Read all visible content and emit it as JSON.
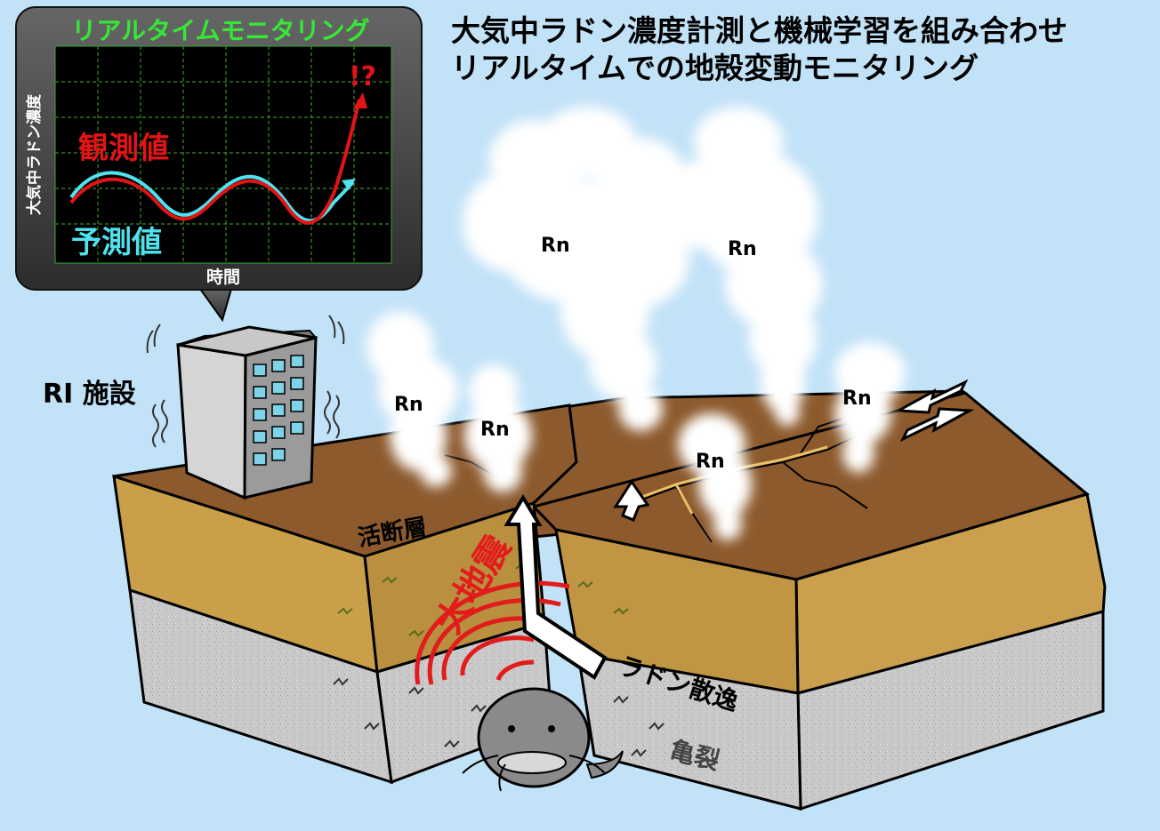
{
  "title": {
    "line1": "大気中ラドン濃度計測と機械学習を組み合わせ",
    "line2": "リアルタイムでの地殻変動モニタリング"
  },
  "monitor": {
    "title": "リアルタイムモニタリング",
    "y_axis_label": "大気中ラドン濃度",
    "x_axis_label": "時間",
    "observed_label": "観測値",
    "predicted_label": "予測値",
    "alert_mark": "!?",
    "colors": {
      "observed": "#e41414",
      "predicted": "#4fe3f0",
      "title": "#36e836",
      "grid": "#3d8a2a"
    }
  },
  "labels": {
    "facility": "RI 施設",
    "active_fault": "活断層",
    "big_earthquake": "大地震",
    "radon_emission": "ラドン散逸",
    "crack": "亀裂"
  },
  "radon_symbols": [
    "Rn",
    "Rn",
    "Rn",
    "Rn",
    "Rn",
    "Rn"
  ],
  "icons": [
    "building-icon",
    "catfish-icon",
    "fault-slip-arrows-icon"
  ]
}
